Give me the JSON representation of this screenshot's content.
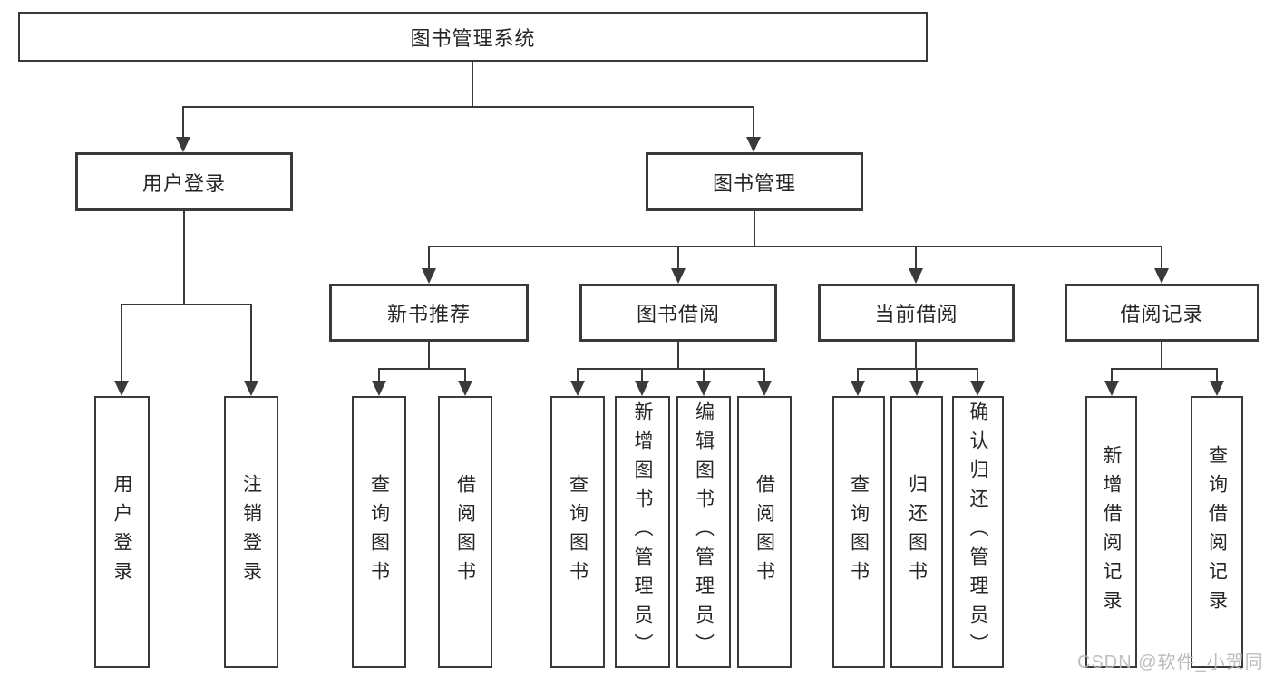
{
  "diagram": {
    "title": "图书管理系统",
    "type": "hierarchy-tree"
  },
  "colors": {
    "line": "#3a3a3a",
    "text": "#262626",
    "background": "#ffffff",
    "watermark": "#b8b8b8"
  },
  "tree": {
    "root": {
      "label": "图书管理系统"
    },
    "branches": [
      {
        "label": "用户登录",
        "children": [
          {
            "label": "用户登录"
          },
          {
            "label": "注销登录"
          }
        ]
      },
      {
        "label": "图书管理",
        "children": [
          {
            "label": "新书推荐",
            "children": [
              {
                "label": "查询图书"
              },
              {
                "label": "借阅图书"
              }
            ]
          },
          {
            "label": "图书借阅",
            "children": [
              {
                "label": "查询图书"
              },
              {
                "label": "新增图书（管理员）"
              },
              {
                "label": "编辑图书（管理员）"
              },
              {
                "label": "借阅图书"
              }
            ]
          },
          {
            "label": "当前借阅",
            "children": [
              {
                "label": "查询图书"
              },
              {
                "label": "归还图书"
              },
              {
                "label": "确认归还（管理员）"
              }
            ]
          },
          {
            "label": "借阅记录",
            "children": [
              {
                "label": "新增借阅记录"
              },
              {
                "label": "查询借阅记录"
              }
            ]
          }
        ]
      }
    ]
  },
  "watermark": {
    "text": "CSDN @软件_小贺同学"
  }
}
